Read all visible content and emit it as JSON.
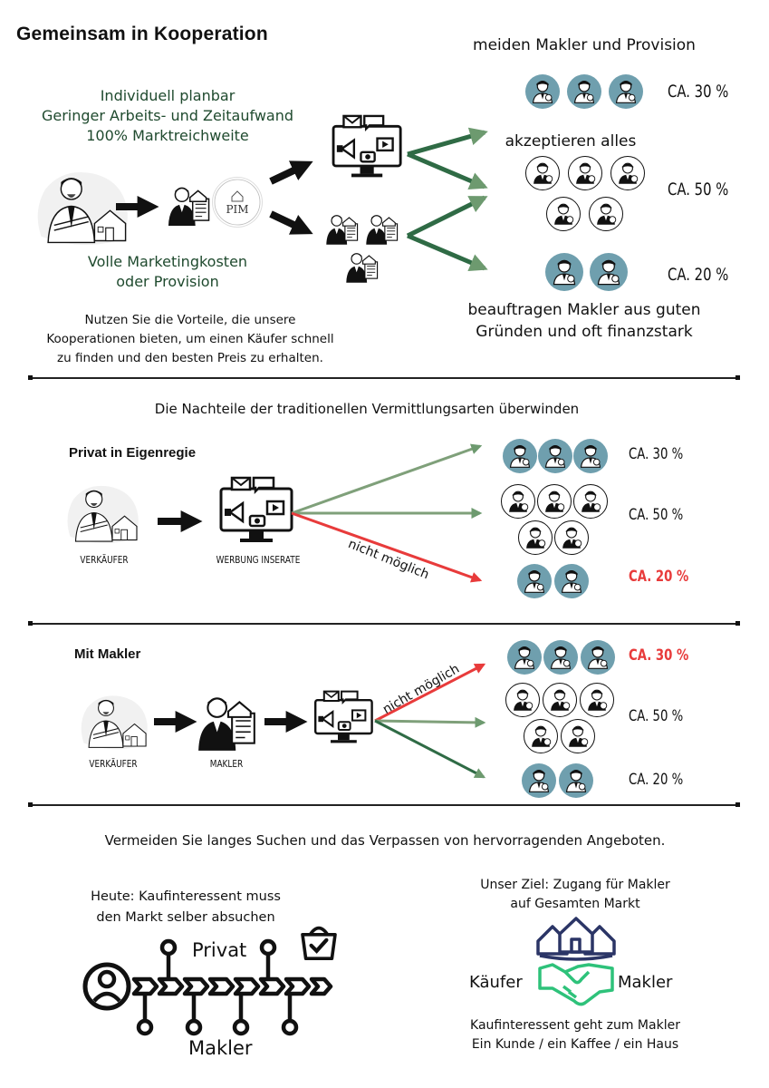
{
  "section1": {
    "title": "Gemeinsam in Kooperation",
    "benefits": [
      "Individuell planbar",
      "Geringer Arbeits- und Zeitaufwand",
      "100% Marktreichweite"
    ],
    "costs": [
      "Volle Marketingkosten",
      "oder Provision"
    ],
    "description": [
      "Nutzen Sie die Vorteile, die unsere",
      "Kooperationen bieten, um einen Käufer schnell",
      "zu finden und den besten Preis zu erhalten."
    ],
    "logo_text": "PIM",
    "groups": [
      {
        "label": "meiden Makler und Provision",
        "pct": "CA. 30 %"
      },
      {
        "label": "akzeptieren alles",
        "pct": "CA. 50 %"
      },
      {
        "label_lines": [
          "beauftragen Makler aus guten",
          "Gründen und oft finanzstark"
        ],
        "pct": "CA. 20 %"
      }
    ]
  },
  "section2": {
    "heading": "Die Nachteile der traditionellen Vermittlungsarten überwinden",
    "title": "Privat in Eigenregie",
    "seller_caption": "VERKÄUFER",
    "ads_caption": "WERBUNG INSERATE",
    "blocked_label": "nicht möglich",
    "pcts": [
      "CA. 30 %",
      "CA. 50 %",
      "CA. 20 %"
    ]
  },
  "section3": {
    "title": "Mit Makler",
    "seller_caption": "VERKÄUFER",
    "agent_caption": "MAKLER",
    "blocked_label": "nicht möglich",
    "pcts": [
      "CA. 30 %",
      "CA. 50 %",
      "CA. 20 %"
    ]
  },
  "section4": {
    "heading": "Vermeiden Sie langes Suchen und das Verpassen von hervorragenden Angeboten.",
    "today_lines": [
      "Heute: Kaufinteressent muss",
      "den Markt selber absuchen"
    ],
    "private_label": "Privat",
    "agent_label": "Makler",
    "goal_lines": [
      "Unser Ziel: Zugang für Makler",
      "auf Gesamten Markt"
    ],
    "buyer_label": "Käufer",
    "makler_label": "Makler",
    "footer_lines": [
      "Kaufinteressent geht zum Makler",
      "Ein Kunde / ein Kaffee / ein Haus"
    ]
  },
  "colors": {
    "teal": "#6f9fae",
    "dark_green_text": "#1f4a2e",
    "arrow_green": "#2f6b45",
    "arrow_light_green": "#7fa07a",
    "red": "#e83b3b",
    "handshake_green": "#2ec27a",
    "house_navy": "#2b3566"
  },
  "icons": [
    "person-icon",
    "house-icon",
    "monitor-ads-icon",
    "megaphone-icon",
    "camera-icon",
    "document-icon",
    "basket-check-icon",
    "handshake-icon",
    "user-circle-icon"
  ]
}
